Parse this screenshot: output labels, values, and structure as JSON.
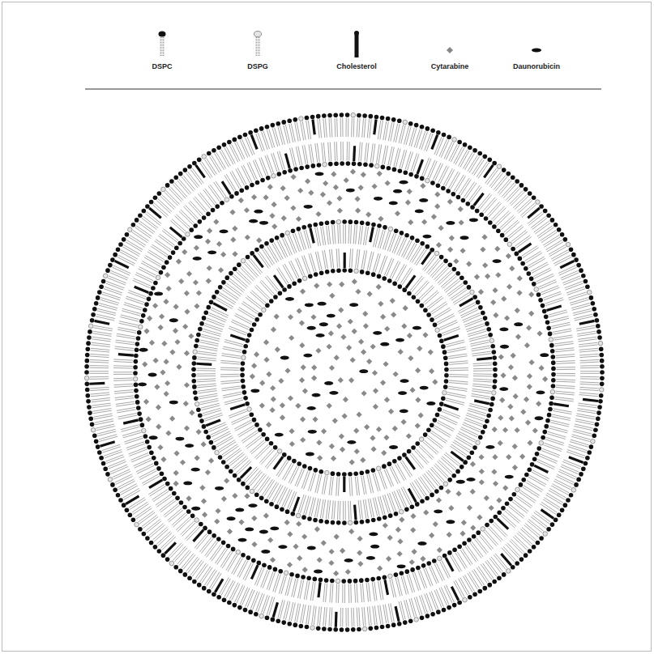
{
  "diagram": {
    "legend": [
      {
        "text": "DSPC"
      },
      {
        "text": "DSPG"
      },
      {
        "text": "Cholesterol"
      },
      {
        "text": "Cytarabine"
      },
      {
        "text": "Daunorubicin"
      }
    ]
  }
}
